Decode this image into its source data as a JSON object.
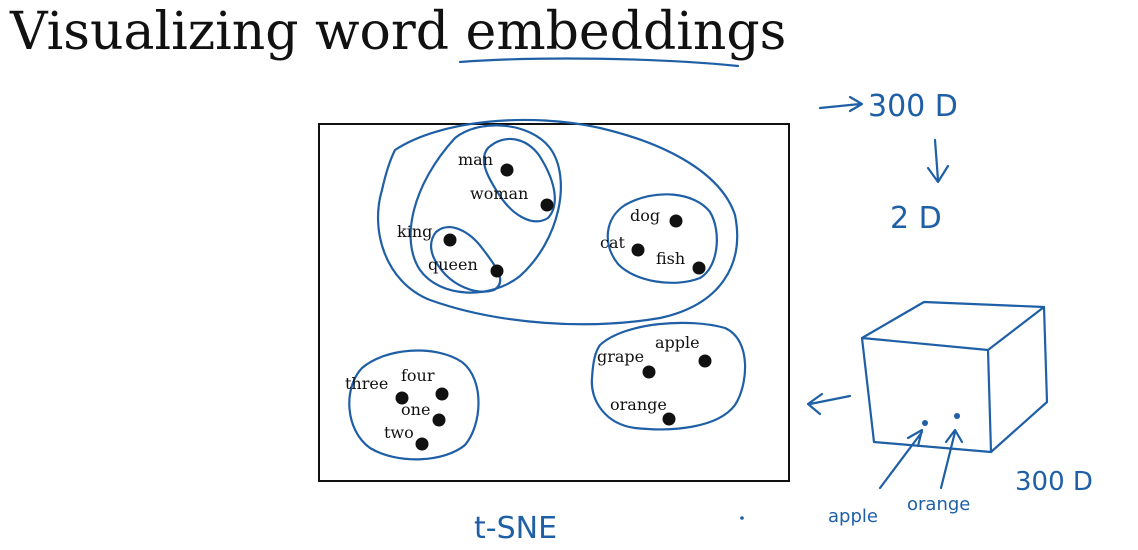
{
  "title": {
    "text_before": "Visualizing word ",
    "text_underlined": "embeddings"
  },
  "points": [
    {
      "label": "man"
    },
    {
      "label": "woman"
    },
    {
      "label": "king"
    },
    {
      "label": "queen"
    },
    {
      "label": "dog"
    },
    {
      "label": "cat"
    },
    {
      "label": "fish"
    },
    {
      "label": "apple"
    },
    {
      "label": "grape"
    },
    {
      "label": "orange"
    },
    {
      "label": "four"
    },
    {
      "label": "three"
    },
    {
      "label": "one"
    },
    {
      "label": "two"
    }
  ],
  "annotations": {
    "from_dim": "300 D",
    "to_dim": "2 D",
    "method": "t-SNE",
    "cube_dim": "300 D",
    "cube_apple": "apple",
    "cube_orange": "orange"
  },
  "colors": {
    "ink": "#1f5fa6",
    "text": "#111111"
  }
}
